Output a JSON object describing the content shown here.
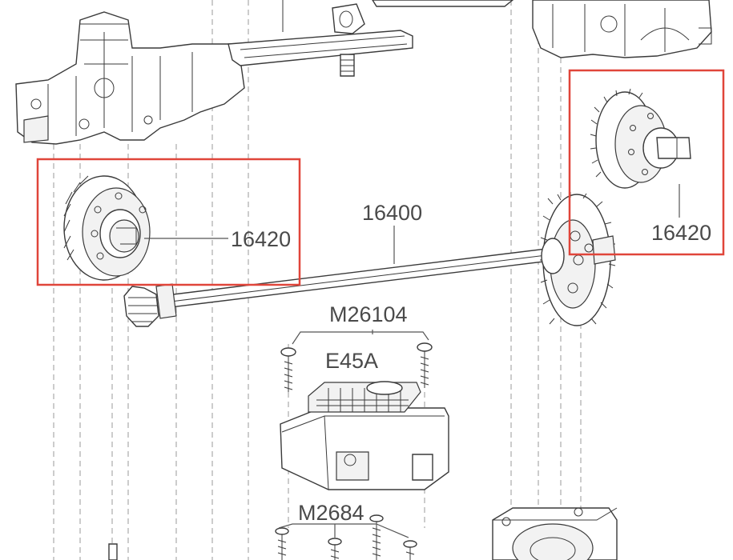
{
  "labels": {
    "gear_left": "16420",
    "gear_right": "16420",
    "shaft": "16400",
    "screws_top": "M26104",
    "esc": "E45A",
    "screws_bottom": "M2684"
  },
  "colors": {
    "highlight": "#e0453a",
    "line": "#3a3a3a",
    "guide": "#9a9a9a"
  },
  "icons": [
    "differential-gear-icon",
    "spur-gear-icon",
    "pinion-gear-icon",
    "screw-icon",
    "esc-icon",
    "cooling-fan-icon"
  ]
}
